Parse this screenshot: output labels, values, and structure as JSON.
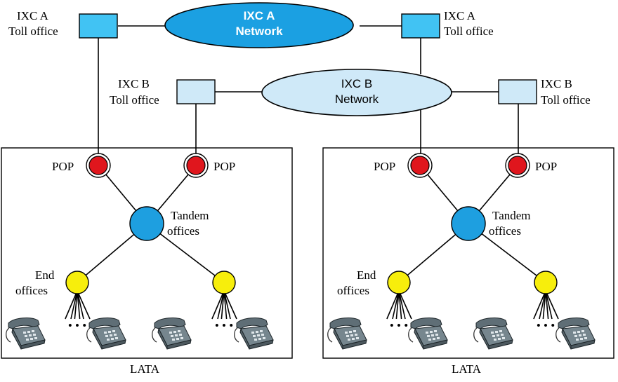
{
  "networks": {
    "ixc_a": {
      "line1": "IXC A",
      "line2": "Network",
      "color": "#1ba0e2"
    },
    "ixc_b": {
      "line1": "IXC B",
      "line2": "Network",
      "color": "#cfe9f8"
    }
  },
  "toll_offices": {
    "a_line1": "IXC A",
    "b_line1": "IXC B",
    "line2": "Toll office",
    "a_color": "#41c3f3",
    "b_color": "#cfe9f8"
  },
  "lata": {
    "label": "LATA",
    "pop_label": "POP",
    "tandem_line1": "Tandem",
    "tandem_line2": "offices",
    "end_line1": "End",
    "end_line2": "offices",
    "ellipsis": "• • •"
  },
  "colors": {
    "pop": "#e0161d",
    "tandem": "#1e9fe0",
    "end_office": "#f7ee0c",
    "phone": "#5f6e76"
  },
  "icons": [
    "telephone-icon"
  ]
}
